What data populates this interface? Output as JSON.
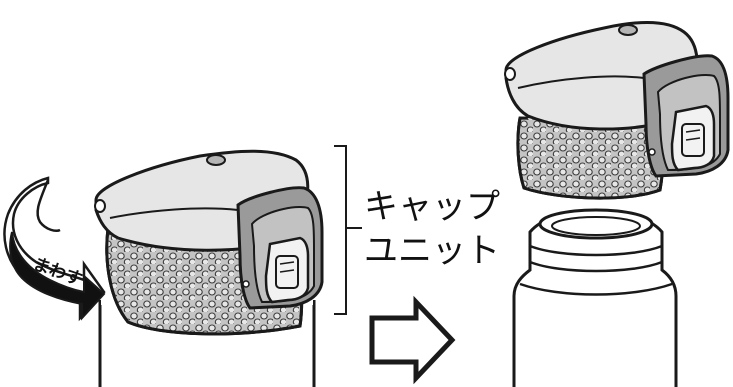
{
  "labels": {
    "turn": "まわす",
    "cap_unit_line1": "キャップ",
    "cap_unit_line2": "ユニット"
  },
  "colors": {
    "outline": "#1a1a1a",
    "cap_body": "#e6e6e6",
    "cap_top": "#d9d9d9",
    "latch_panel": "#9a9a9a",
    "latch_clip": "#f2f2f2",
    "grip_band": "#c4c4c4",
    "grip_dot": "#e9e9e9",
    "bottle": "#ffffff",
    "arrow_fill": "#111111",
    "arrow_text": "#ffffff",
    "right_arrow_fill": "#ffffff"
  },
  "icons": {
    "turn_arrow": "curved-rotate-arrow-icon",
    "direction_arrow": "right-arrow-icon"
  }
}
